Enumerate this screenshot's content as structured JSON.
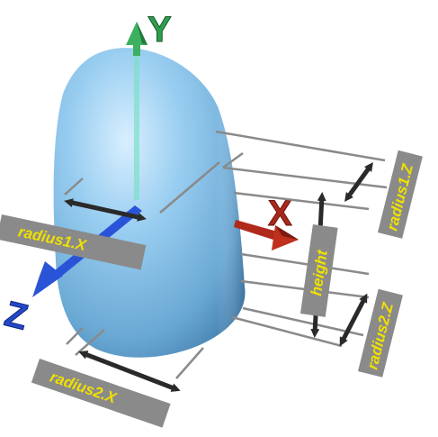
{
  "axes": {
    "y": {
      "letter": "Y",
      "color": "#2e9e4e"
    },
    "x": {
      "letter": "X",
      "color": "#a8281c"
    },
    "z": {
      "letter": "Z",
      "color": "#2448c8"
    }
  },
  "labels": {
    "radius1_x": "radius1.X",
    "radius2_x": "radius2.X",
    "radius1_z": "radius1.Z",
    "radius2_z": "radius2.Z",
    "height": "height"
  },
  "colors": {
    "label_bg": "#8a8a8a",
    "label_text": "#f0e000",
    "shape": "#8ec8ee",
    "dimension_line": "#2a2a2a"
  }
}
